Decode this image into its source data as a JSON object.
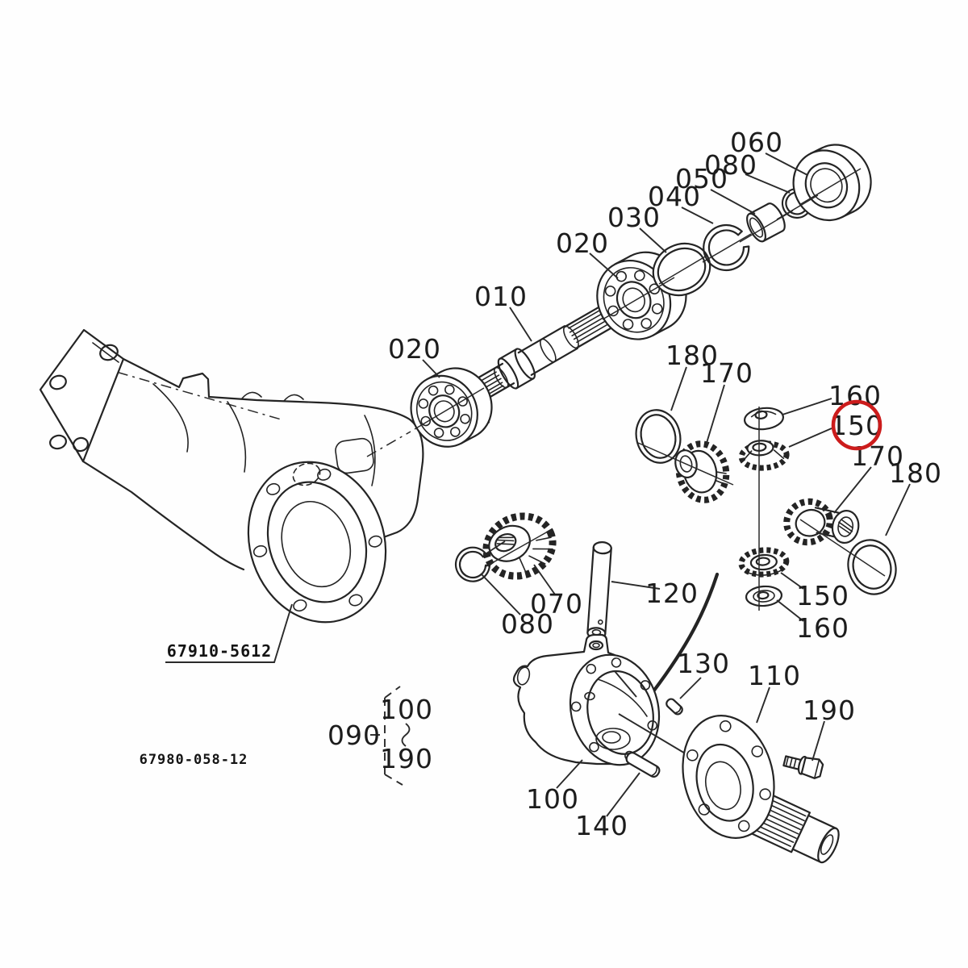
{
  "diagram": {
    "sheet_number": "67980-058-12",
    "housing_part_number": "67910-5612",
    "highlight": {
      "label": "150",
      "color": "#cc1c1c"
    },
    "labels": {
      "l010": "010",
      "l020a": "020",
      "l020b": "020",
      "l030": "030",
      "l040": "040",
      "l050": "050",
      "l060": "060",
      "l070": "070",
      "l080a": "080",
      "l080b": "080",
      "l090": "090",
      "l100": "100",
      "l110": "110",
      "l120": "120",
      "l130": "130",
      "l140": "140",
      "l150a": "150",
      "l150b": "150",
      "l160a": "160",
      "l160b": "160",
      "l170a": "170",
      "l170b": "170",
      "l180a": "180",
      "l180b": "180",
      "l190": "190",
      "bracket_from": "100",
      "bracket_to": "190"
    }
  }
}
